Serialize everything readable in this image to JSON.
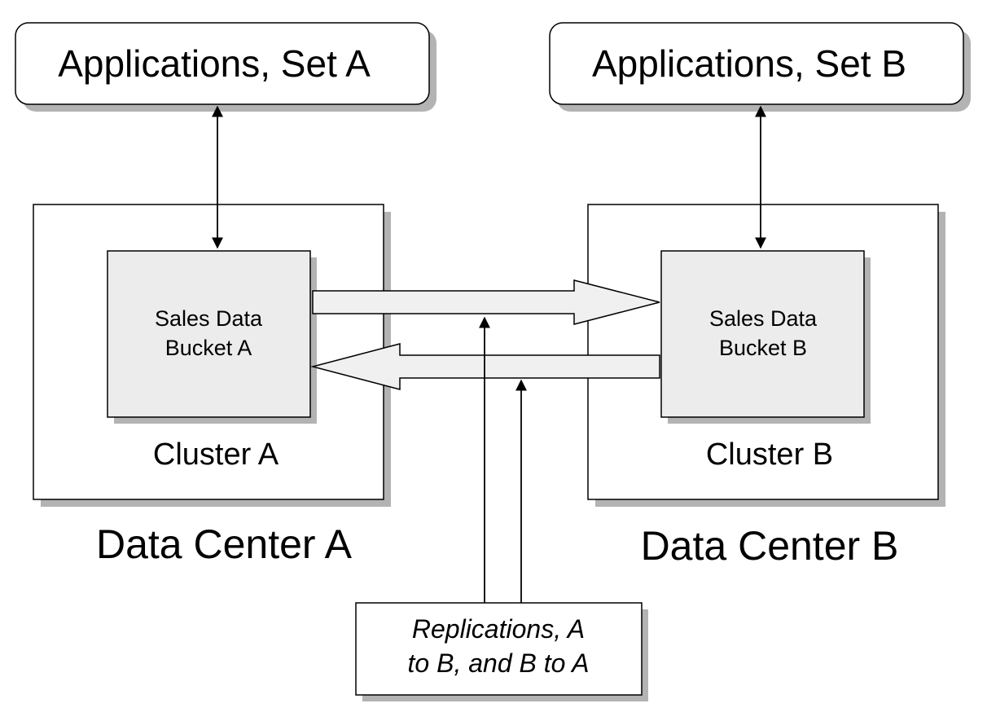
{
  "applications": {
    "set_a": "Applications, Set A",
    "set_b": "Applications, Set B"
  },
  "data_center_a": {
    "label": "Data Center A",
    "cluster_label": "Cluster A",
    "bucket_line1": "Sales Data",
    "bucket_line2": "Bucket A"
  },
  "data_center_b": {
    "label": "Data Center B",
    "cluster_label": "Cluster B",
    "bucket_line1": "Sales Data",
    "bucket_line2": "Bucket B"
  },
  "replications": {
    "line1": "Replications, A",
    "line2": "to B, and B to A"
  },
  "colors": {
    "bucket_fill": "#ececec",
    "arrow_fill": "#f0f0f0",
    "shadow": "#b3b3b3",
    "stroke": "#000000",
    "box_fill": "#ffffff"
  }
}
